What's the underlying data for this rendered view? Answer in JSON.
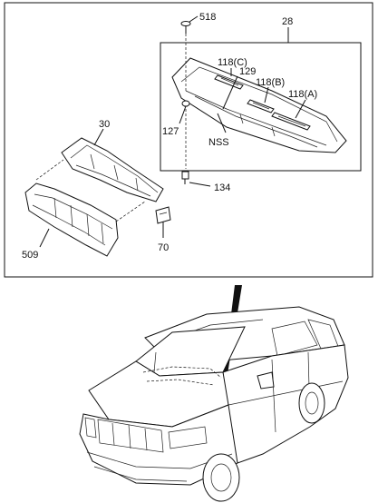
{
  "diagram": {
    "callouts": {
      "c518": "518",
      "c28": "28",
      "c118c": "118(C)",
      "c129": "129",
      "c118b": "118(B)",
      "c118a": "118(A)",
      "c127": "127",
      "cNSS": "NSS",
      "c30": "30",
      "c134": "134",
      "c509": "509",
      "c70": "70"
    }
  }
}
